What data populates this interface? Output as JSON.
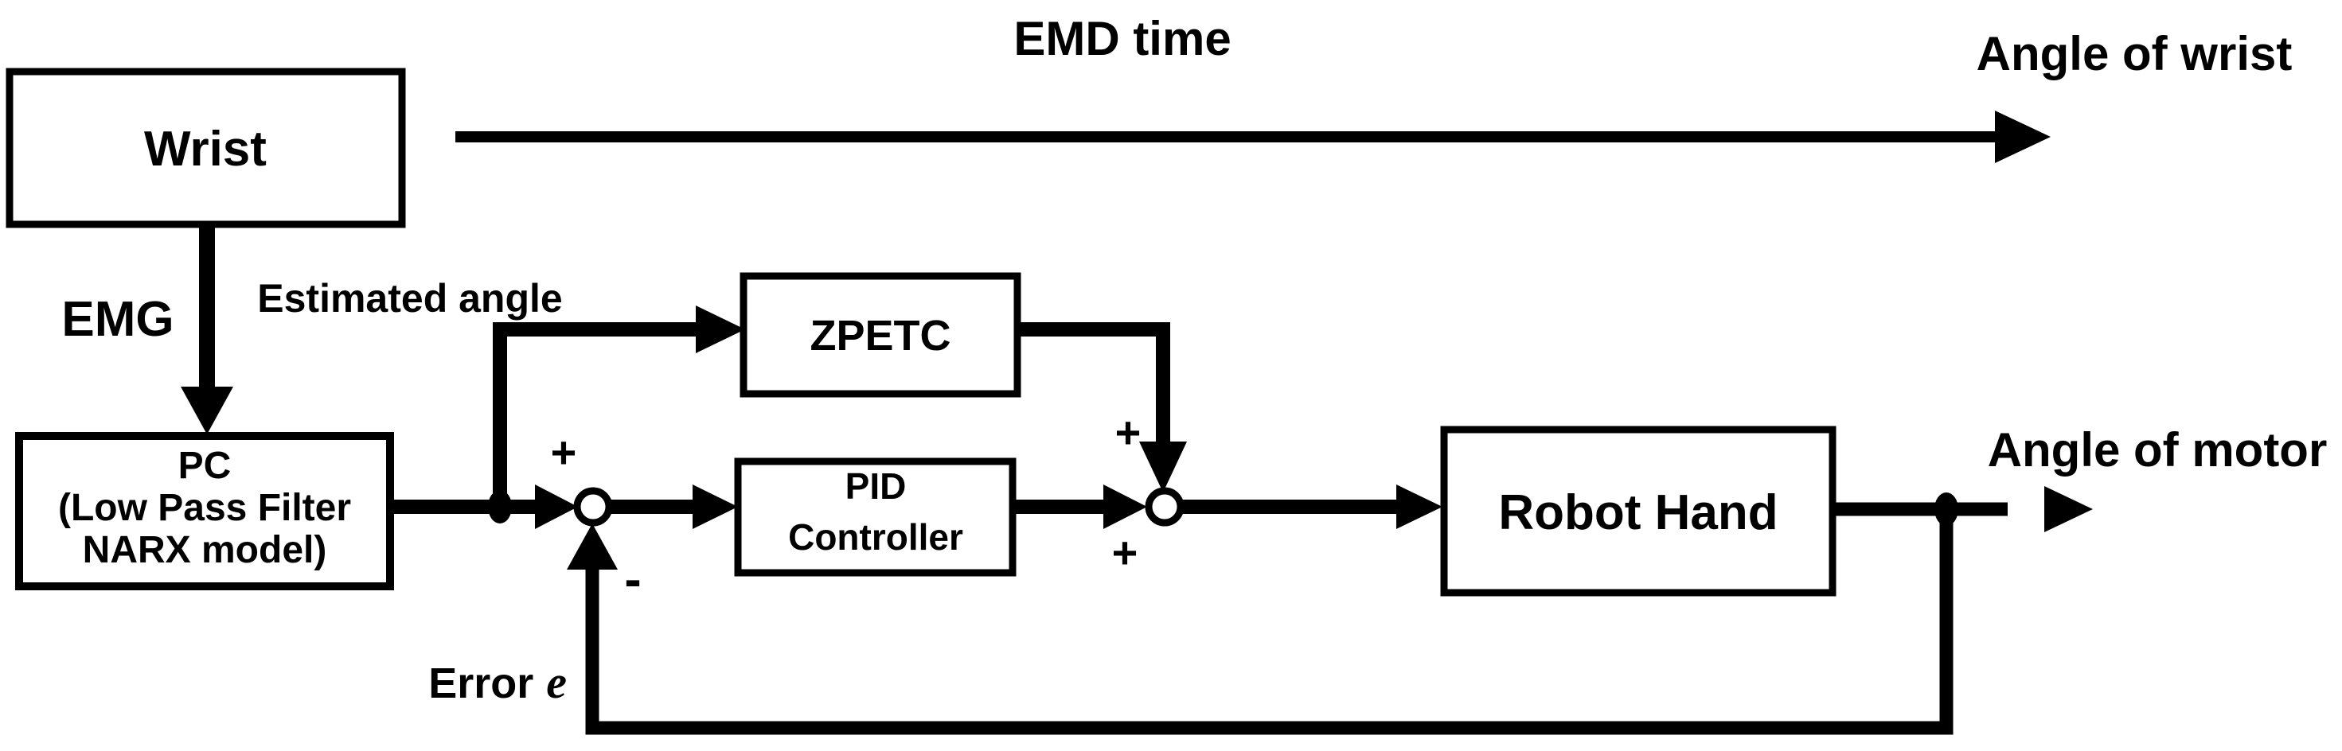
{
  "diagram": {
    "title_semantics": "EMG based robot hand control block diagram",
    "colors": {
      "background": "#ffffff",
      "ink": "#000000"
    },
    "blocks": {
      "wrist": {
        "label": "Wrist"
      },
      "pc": {
        "line1": "PC",
        "line2": "(Low Pass Filter",
        "line3": "NARX model)"
      },
      "zpetc": {
        "label": "ZPETC"
      },
      "pid": {
        "line1": "PID",
        "line2": "Controller"
      },
      "robot_hand": {
        "label": "Robot Hand"
      }
    },
    "labels": {
      "emd_time": "EMD time",
      "angle_of_wrist": "Angle of wrist",
      "emg": "EMG",
      "estimated_angle": "Estimated angle",
      "angle_of_motor": "Angle of motor",
      "error_word": "Error",
      "error_symbol": "e"
    },
    "signs": {
      "sum1_plus": "+",
      "sum1_minus": "-",
      "sum2_plus_top": "+",
      "sum2_plus_bottom": "+"
    }
  }
}
